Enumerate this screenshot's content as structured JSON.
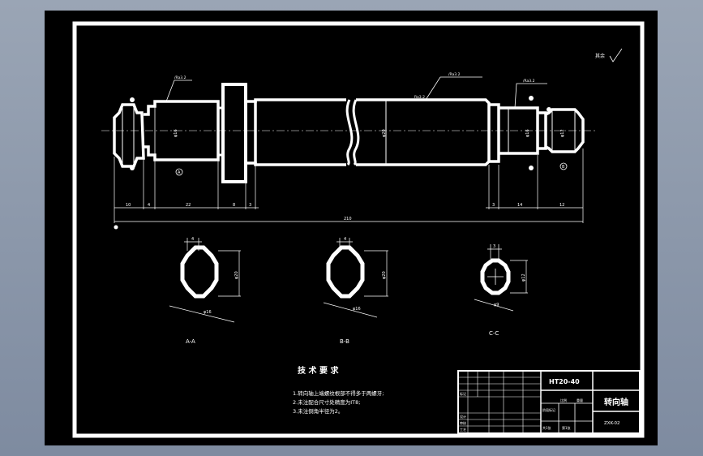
{
  "drawing": {
    "annotation_top_right": "其余",
    "roughness_labels": [
      "/Ra3.2",
      "/Ra3.2",
      "/Ra3.2",
      "Ra3.2"
    ],
    "dimensions": {
      "segments": [
        "10",
        "4",
        "22",
        "8",
        "3",
        "3",
        "14",
        "12"
      ],
      "overall": "210",
      "diameter_labels": [
        "φ16",
        "φ20",
        "φ16",
        "φ12"
      ]
    },
    "circle_markers": [
      "A",
      "B"
    ],
    "sections": [
      {
        "label": "A-A",
        "key_width": "4",
        "outer_dia": "φ20",
        "inner_dia": "φ16"
      },
      {
        "label": "B-B",
        "key_width": "4",
        "outer_dia": "φ20",
        "inner_dia": "φ16"
      },
      {
        "label": "C-C",
        "key_width": "3",
        "outer_dia": "φ12",
        "inner_dia": "φ9"
      }
    ],
    "tech_requirements": {
      "title": "技 术 要 求",
      "items": [
        "1.转向轴上端螺纹根部不得多于两螺牙;",
        "2.未注配合尺寸处精度为IT8;",
        "3.未注倒角半径为2。"
      ]
    },
    "title_block": {
      "material": "HT20-40",
      "part_name": "转向轴",
      "drawing_no": "ZXK-02",
      "small_labels": [
        "标记",
        "设计",
        "审核",
        "工艺",
        "比例",
        "重量",
        "共1张",
        "第1张",
        "阶段标记"
      ]
    }
  }
}
